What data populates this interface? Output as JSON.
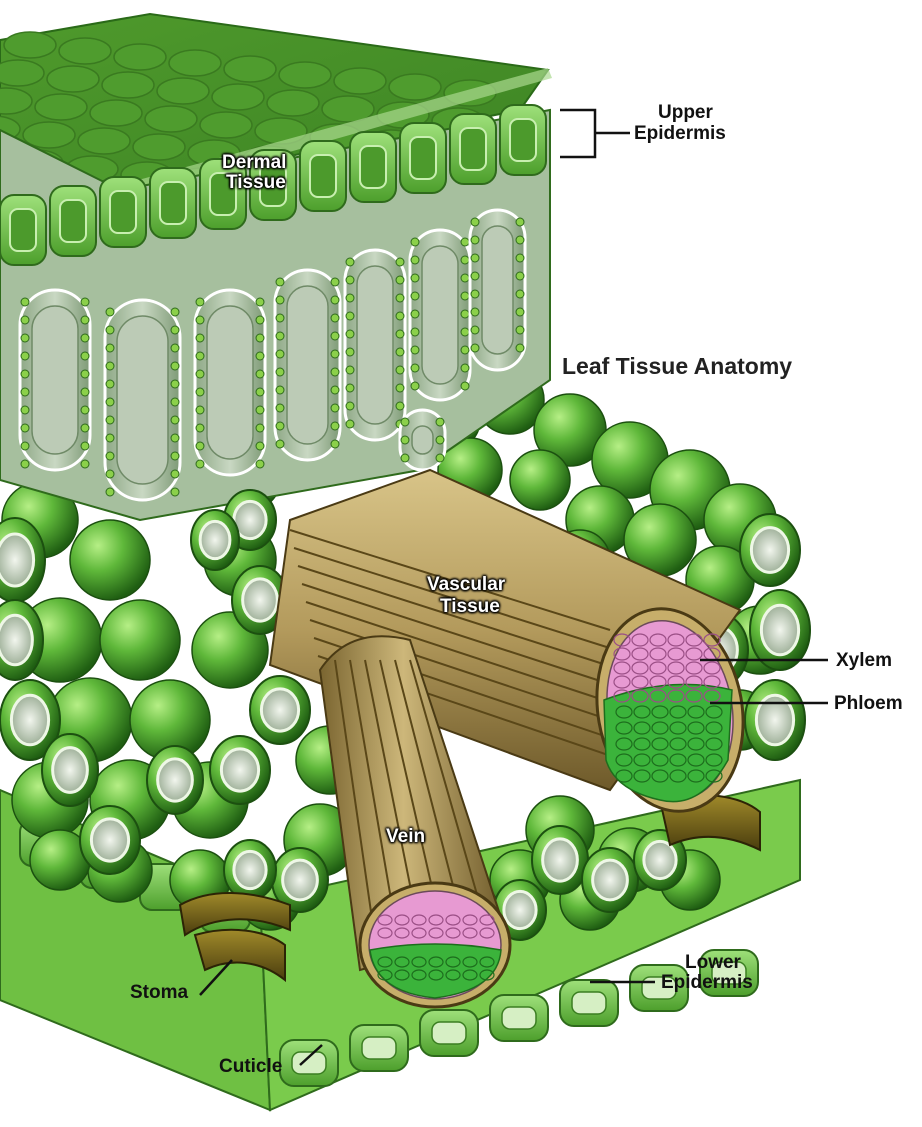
{
  "title": "Leaf Tissue Anatomy",
  "labels": {
    "upper_epidermis_1": "Upper",
    "upper_epidermis_2": "Epidermis",
    "lower_epidermis_1": "Lower",
    "lower_epidermis_2": "Epidermis",
    "xylem": "Xylem",
    "phloem": "Phloem",
    "stoma": "Stoma",
    "cuticle": "Cuticle",
    "dermal_1": "Dermal",
    "dermal_2": "Tissue",
    "vascular_1": "Vascular",
    "vascular_2": "Tissue",
    "vein": "Vein"
  },
  "colors": {
    "leaf_green": "#5fb83a",
    "dark_green": "#2f7a1e",
    "palisade_grey": "#9fb89a",
    "vascular_tan": "#b39a5c",
    "xylem_pink": "#e79ad2",
    "phloem_green": "#3bb33b",
    "stoma_brown": "#6b5a1a"
  }
}
